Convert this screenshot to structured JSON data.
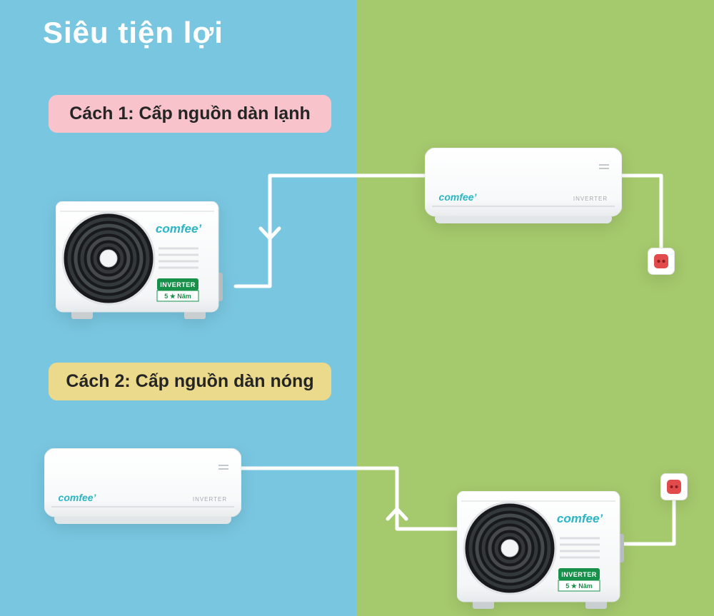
{
  "page": {
    "title": "Siêu tiện lợi"
  },
  "colors": {
    "left_bg": "#79c6e0",
    "right_bg": "#a5c96d",
    "badge1_bg": "#f9c3cc",
    "badge2_bg": "#ecda8c",
    "connection_line": "#ffffff",
    "brand_teal": "#2ab5c3",
    "inverter_green": "#17914a",
    "outlet_red": "#e14b4b"
  },
  "sections": [
    {
      "label": "Cách 1: Cấp nguồn dàn lạnh"
    },
    {
      "label": "Cách 2: Cấp nguồn dàn nóng"
    }
  ],
  "devices": {
    "brand": "comfee’",
    "outdoor_badge": {
      "line1": "INVERTER",
      "line2": "5 ★ Năm"
    },
    "indoor_logo_small": "INVERTER"
  },
  "icons": {
    "fan": "fan-grille-icon",
    "power_outlet": "power-outlet-icon",
    "arrow_down": "arrow-down-icon",
    "arrow_up": "arrow-up-icon",
    "display": "indoor-display-icon"
  }
}
